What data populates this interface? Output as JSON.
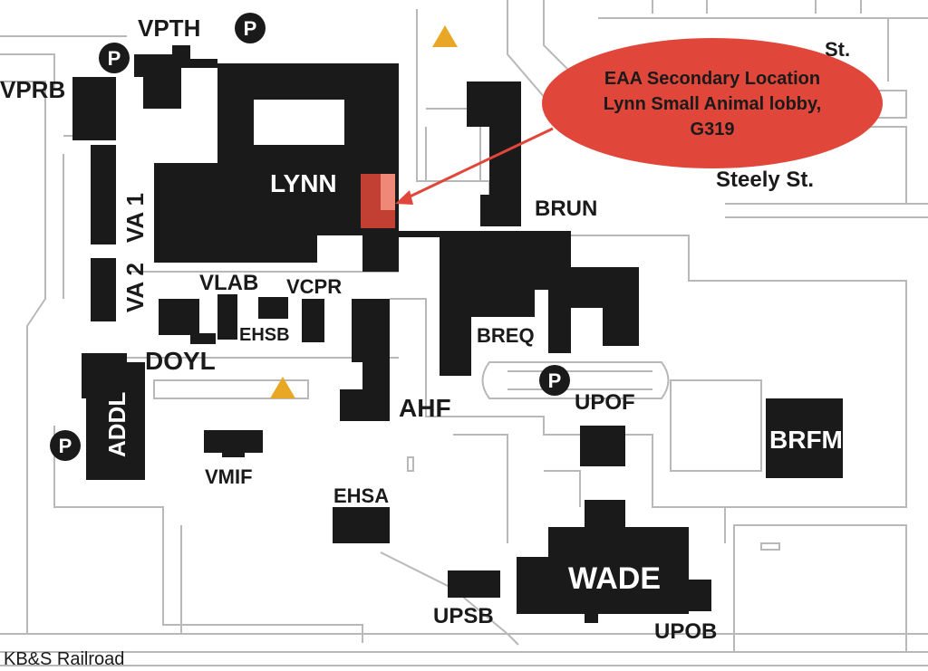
{
  "callout": {
    "line1": "EAA Secondary Location",
    "line2": "Lynn Small Animal lobby,",
    "line3": "G319",
    "color": "#e0473a"
  },
  "colors": {
    "building": "#1a1a1a",
    "road": "#b8b8b8",
    "marker": "#e8a825",
    "highlight": "#e0473a"
  },
  "streets": {
    "st_top": "St.",
    "steely": "Steely St.",
    "railroad": "KB&S Railroad"
  },
  "buildings": {
    "vpth": "VPTH",
    "vprb": "VPRB",
    "lynn": "LYNN",
    "va1": "VA 1",
    "va2": "VA 2",
    "vlab": "VLAB",
    "vcpr": "VCPR",
    "ehsb": "EHSB",
    "doyl": "DOYL",
    "addl": "ADDL",
    "vmif": "VMIF",
    "ehsa": "EHSA",
    "ahf": "AHF",
    "brun": "BRUN",
    "breq": "BREQ",
    "upof": "UPOF",
    "brfm": "BRFM",
    "wade": "WADE",
    "upsb": "UPSB",
    "upob": "UPOB"
  },
  "parking_label": "P"
}
